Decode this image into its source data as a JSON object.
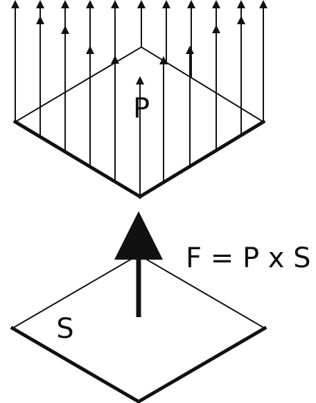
{
  "labels": {
    "pressure": "P",
    "surface": "S",
    "formula": "F = P x S"
  },
  "colors": {
    "line": "#111111",
    "background": "#ffffff"
  }
}
